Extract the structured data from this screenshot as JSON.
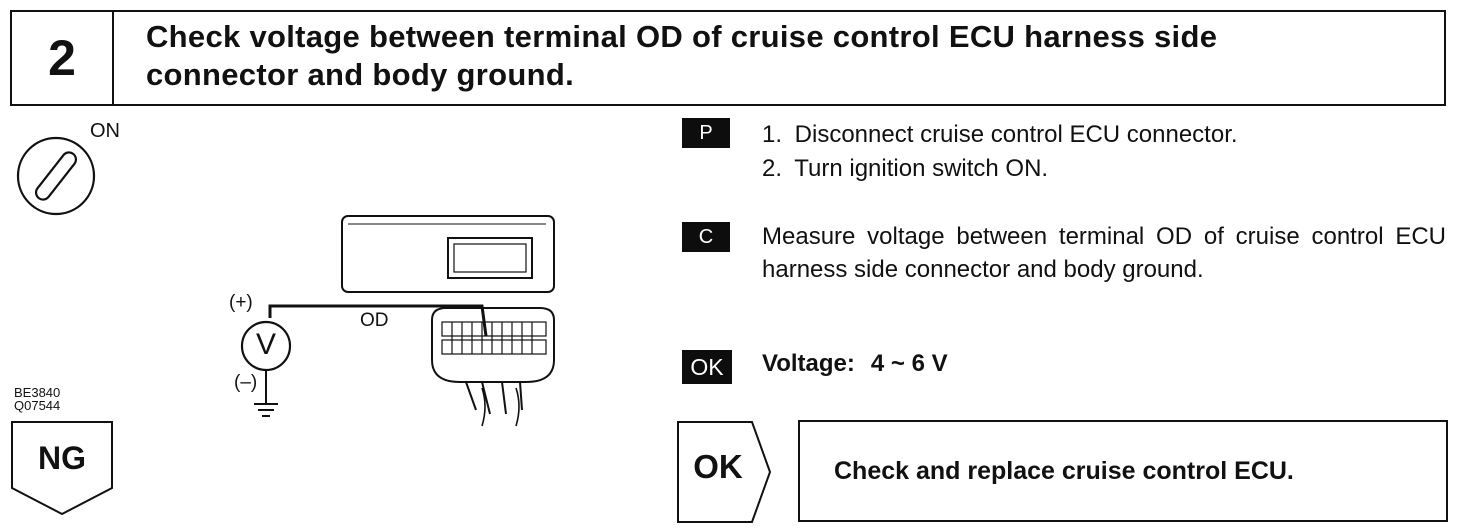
{
  "header": {
    "step_number": "2",
    "title_line1": "Check voltage between terminal OD of cruise control ECU harness side",
    "title_line2": "connector and body ground."
  },
  "ignition": {
    "label": "ON",
    "icon": "ignition-key-icon"
  },
  "diagram": {
    "plus_label": "(+)",
    "minus_label": "(–)",
    "meter_label": "V",
    "terminal_label": "OD",
    "code_line1": "BE3840",
    "code_line2": "Q07544"
  },
  "ng": {
    "label": "NG"
  },
  "prep": {
    "badge": "P",
    "steps": [
      {
        "num": "1.",
        "text": "Disconnect cruise control ECU connector."
      },
      {
        "num": "2.",
        "text": "Turn ignition switch ON."
      }
    ]
  },
  "check": {
    "badge": "C",
    "text": "Measure voltage between terminal OD of cruise control ECU harness side connector and body ground."
  },
  "ok_spec": {
    "badge": "OK",
    "label": "Voltage:",
    "value": "4 ~ 6 V"
  },
  "ok_result": {
    "label": "OK",
    "action": "Check and replace cruise control ECU."
  }
}
